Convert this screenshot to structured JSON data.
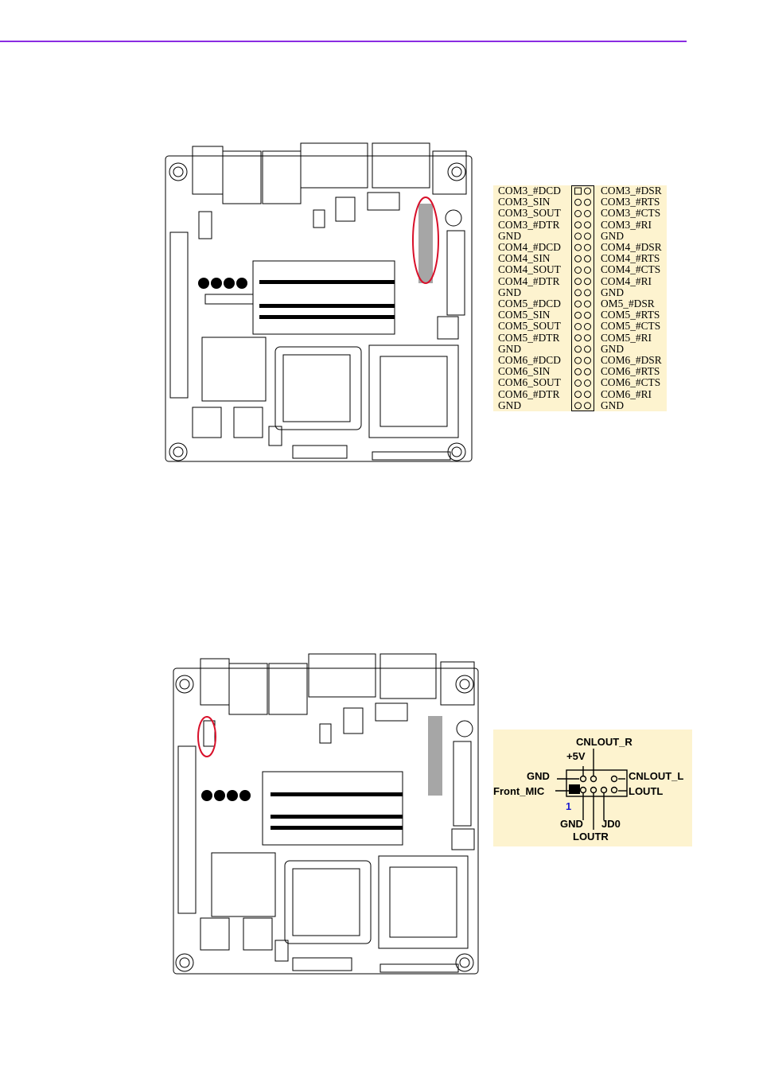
{
  "accent_color": "#8a2be2",
  "highlight_color": "#d8102a",
  "com_pinout": {
    "left": [
      "COM3_#DCD",
      "COM3_SIN",
      "COM3_SOUT",
      "COM3_#DTR",
      "GND",
      "COM4_#DCD",
      "COM4_SIN",
      "COM4_SOUT",
      "COM4_#DTR",
      "GND",
      "COM5_#DCD",
      "COM5_SIN",
      "COM5_SOUT",
      "COM5_#DTR",
      "GND",
      "COM6_#DCD",
      "COM6_SIN",
      "COM6_SOUT",
      "COM6_#DTR",
      "GND"
    ],
    "right": [
      "COM3_#DSR",
      "COM3_#RTS",
      "COM3_#CTS",
      "COM3_#RI",
      "GND",
      "COM4_#DSR",
      "COM4_#RTS",
      "COM4_#CTS",
      "COM4_#RI",
      "GND",
      "OM5_#DSR",
      "COM5_#RTS",
      "COM5_#CTS",
      "COM5_#RI",
      "GND",
      "COM6_#DSR",
      "COM6_#RTS",
      "COM6_#CTS",
      "COM6_#RI",
      "GND"
    ]
  },
  "audio_pinout": {
    "cnlout_r": "CNLOUT_R",
    "plus5v": "+5V",
    "gnd_left": "GND",
    "cnlout_l": "CNLOUT_L",
    "front_mic": "Front_MIC",
    "loutl": "LOUTL",
    "pin1": "1",
    "gnd_bottom": "GND",
    "jd0": "JD0",
    "loutr": "LOUTR",
    "pin1_color": "#1a1ad0"
  }
}
